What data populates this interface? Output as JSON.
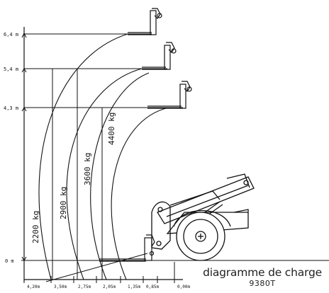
{
  "heights": [
    {
      "label": "6,4 m",
      "value": 6.4
    },
    {
      "label": "5,4 m",
      "value": 5.4
    },
    {
      "label": "4,3 m",
      "value": 4.3
    },
    {
      "label": "0 m",
      "value": 0
    }
  ],
  "distances": [
    "4,20m",
    "3,50m",
    "2,75m",
    "2,05m",
    "1,35m",
    "0,85m",
    "0,00m"
  ],
  "loads": [
    "2200 kg",
    "2900 kg",
    "3600 kg",
    "4400 kg"
  ],
  "caption": {
    "title": "diagramme de charge",
    "model": "9380T"
  },
  "colors": {
    "line": "#111111",
    "background": "#ffffff"
  }
}
